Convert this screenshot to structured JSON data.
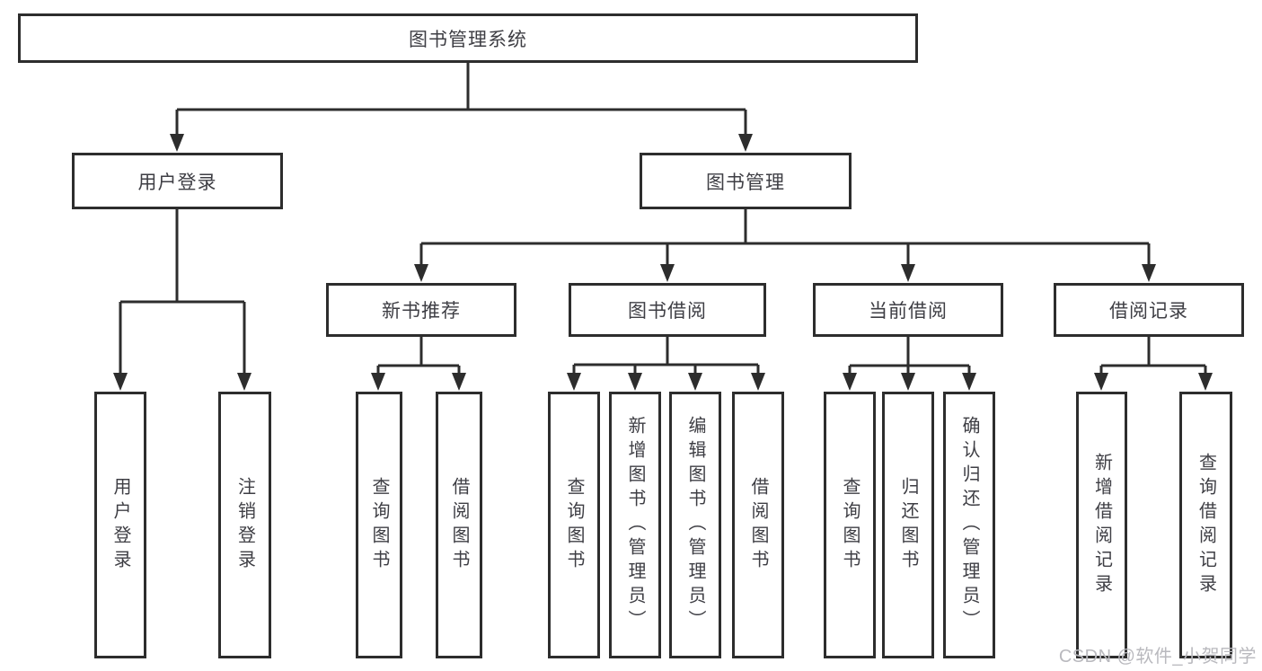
{
  "diagram": {
    "root": {
      "label": "图书管理系统"
    },
    "branches": [
      {
        "label": "用户登录",
        "children": [
          {
            "label": "用户登录"
          },
          {
            "label": "注销登录"
          }
        ]
      },
      {
        "label": "图书管理",
        "children": [
          {
            "label": "新书推荐",
            "children": [
              {
                "label": "查询图书"
              },
              {
                "label": "借阅图书"
              }
            ]
          },
          {
            "label": "图书借阅",
            "children": [
              {
                "label": "查询图书"
              },
              {
                "label": "新增图书（管理员）"
              },
              {
                "label": "编辑图书（管理员）"
              },
              {
                "label": "借阅图书"
              }
            ]
          },
          {
            "label": "当前借阅",
            "children": [
              {
                "label": "查询图书"
              },
              {
                "label": "归还图书"
              },
              {
                "label": "确认归还（管理员）"
              }
            ]
          },
          {
            "label": "借阅记录",
            "children": [
              {
                "label": "新增借阅记录"
              },
              {
                "label": "查询借阅记录"
              }
            ]
          }
        ]
      }
    ]
  },
  "watermark": {
    "text": "CSDN @软件_小贺同学"
  },
  "colors": {
    "line": "#2d2d2d",
    "border": "#2d2d2d",
    "text": "#3e3e44",
    "background": "#ffffff",
    "watermark": "#b9b9be"
  }
}
